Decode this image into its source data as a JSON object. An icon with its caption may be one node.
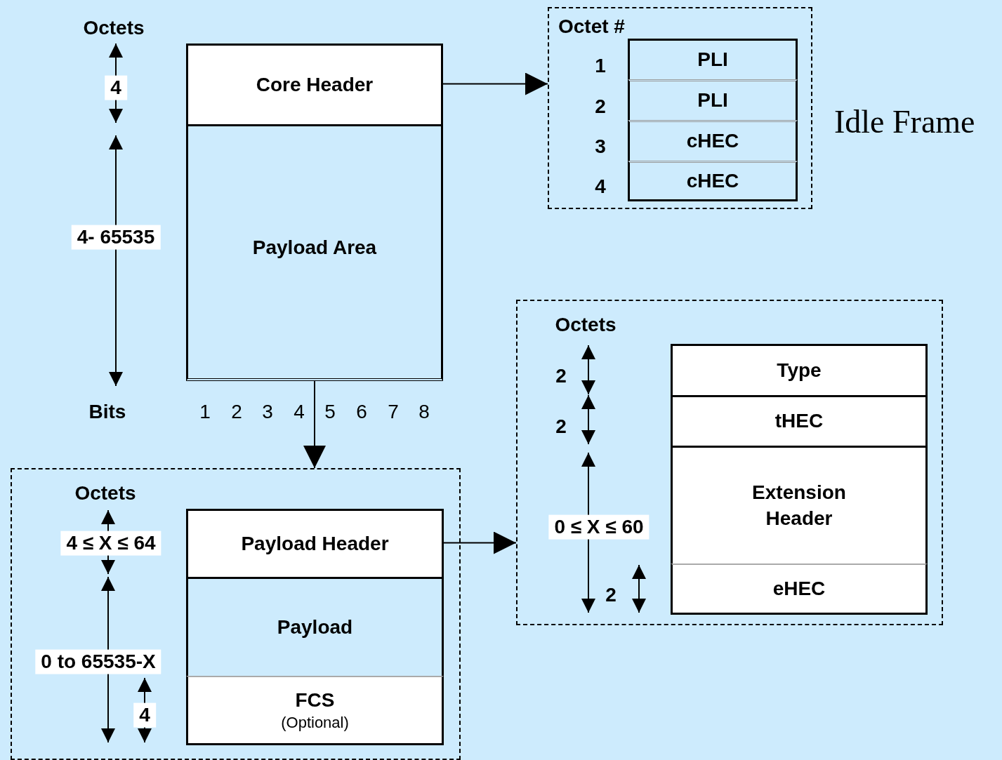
{
  "diagram": {
    "nodes": [
      {
        "text": [
          "Core Header"
        ]
      },
      {
        "text": [
          "Payload Area"
        ]
      },
      {
        "text": [
          "Octet #"
        ],
        "beside": [
          "Idle Frame"
        ]
      },
      {
        "text": [
          "PLI"
        ],
        "in": 2
      },
      {
        "text": [
          "PLI"
        ],
        "in": 2
      },
      {
        "text": [
          "cHEC"
        ],
        "in": 2
      },
      {
        "text": [
          "cHEC"
        ],
        "in": 2
      },
      {
        "text": [
          "Octets"
        ]
      },
      {
        "text": [
          "Payload Header"
        ],
        "in": 7
      },
      {
        "text": [
          "Payload"
        ],
        "in": 7
      },
      {
        "text": [
          "FCS",
          "(Optional)"
        ],
        "in": 7
      },
      {
        "text": [
          "Octets"
        ]
      },
      {
        "text": [
          "Type"
        ],
        "in": 11
      },
      {
        "text": [
          "tHEC"
        ],
        "in": 11
      },
      {
        "text": [
          "Extension Header"
        ],
        "in": 11
      },
      {
        "text": [
          "eHEC"
        ],
        "in": 11
      }
    ],
    "edges": [
      {
        "from": 0,
        "to": 2,
        "arrow": "to"
      },
      {
        "from": 1,
        "to": 7,
        "arrow": "to"
      },
      {
        "from": 8,
        "to": 11,
        "arrow": "to"
      }
    ],
    "labels": [
      "Octets",
      "4",
      "4- 65535",
      "Bits",
      "1",
      "2",
      "3",
      "4",
      "5",
      "6",
      "7",
      "8",
      "1",
      "2",
      "3",
      "4",
      "2",
      "2",
      "0 ≤ X ≤ 60",
      "2",
      "4 ≤ X ≤ 64",
      "0 to 65535-X",
      "4"
    ]
  }
}
